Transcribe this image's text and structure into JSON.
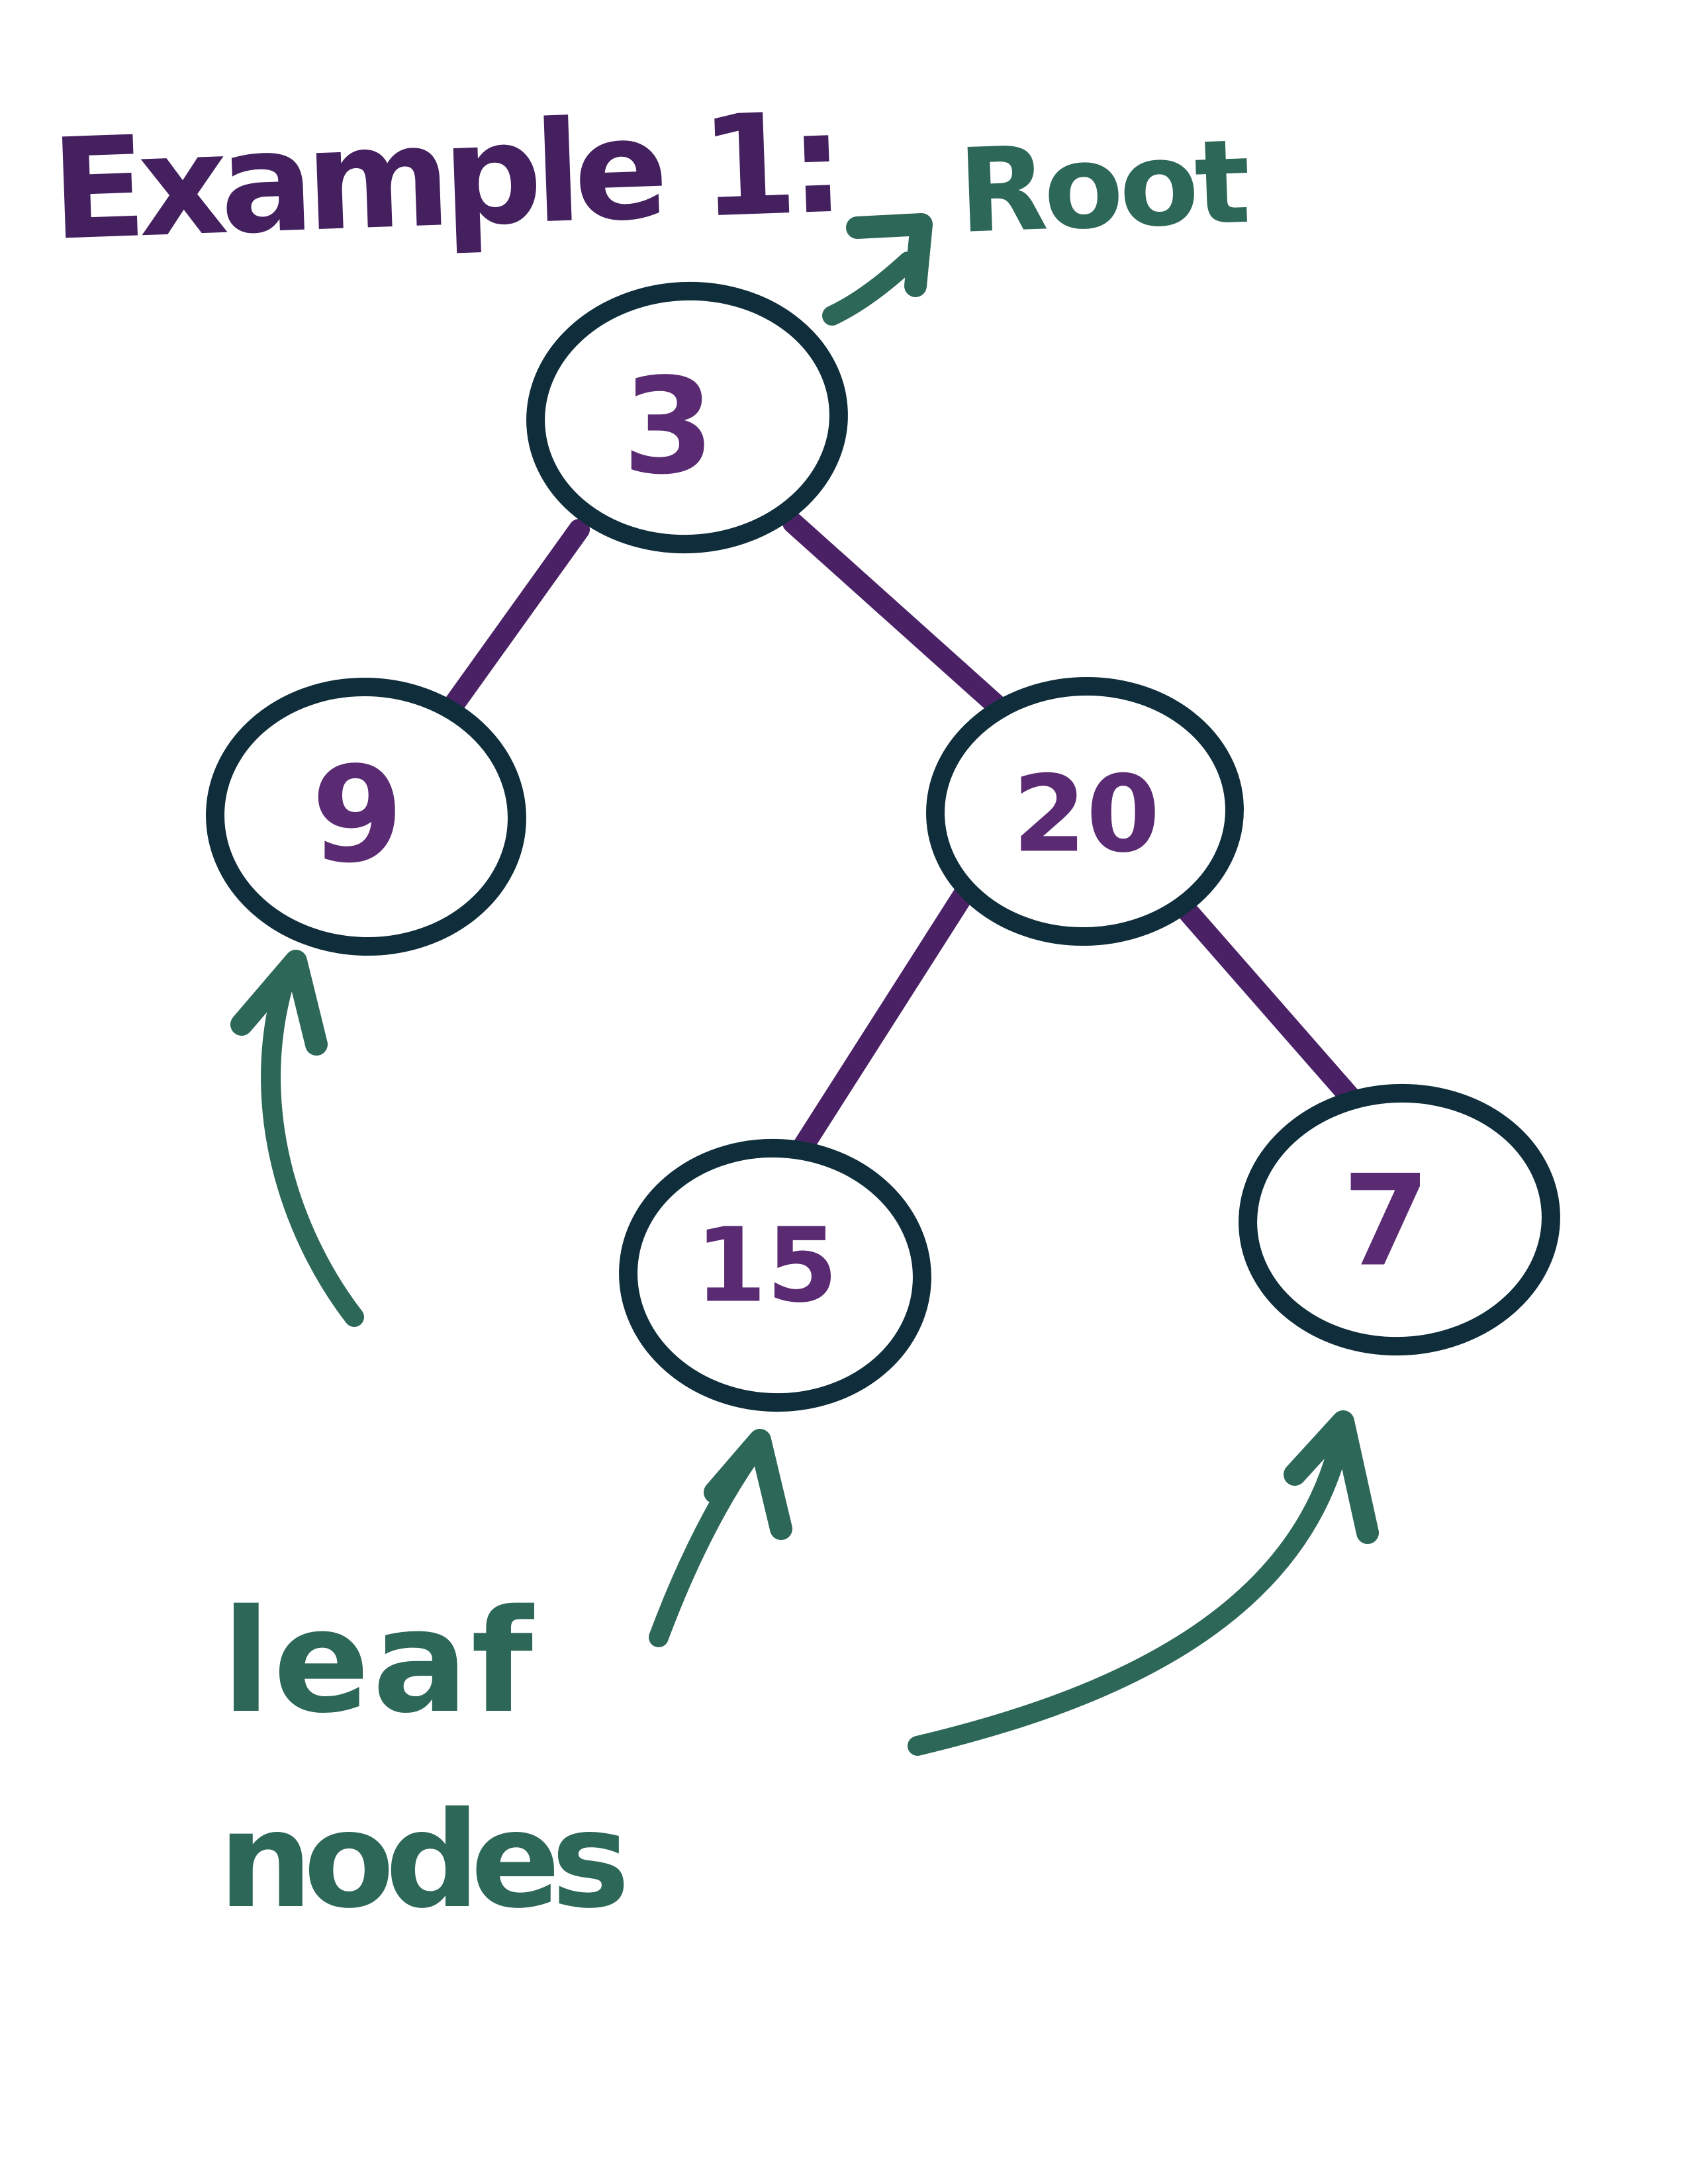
{
  "title": "Example 1:",
  "tree": {
    "nodes": [
      {
        "value": "3",
        "role": "root"
      },
      {
        "value": "9",
        "role": "leaf"
      },
      {
        "value": "20",
        "role": "internal"
      },
      {
        "value": "15",
        "role": "leaf"
      },
      {
        "value": "7",
        "role": "leaf"
      }
    ],
    "edges": [
      {
        "from": "3",
        "to": "9"
      },
      {
        "from": "3",
        "to": "20"
      },
      {
        "from": "20",
        "to": "15"
      },
      {
        "from": "20",
        "to": "7"
      }
    ]
  },
  "annotations": {
    "root": {
      "label": "Root",
      "points_to": "3"
    },
    "leaf": {
      "label_line1": "leaf",
      "label_line2": "nodes",
      "points_to": [
        "9",
        "15",
        "7"
      ]
    }
  },
  "colors": {
    "background": "#ffffff",
    "title_purple": "#45205f",
    "digit_purple": "#5a2a72",
    "edge_purple": "#4b2166",
    "node_outline_navy": "#0f2d3a",
    "annotation_green": "#2d6757"
  }
}
